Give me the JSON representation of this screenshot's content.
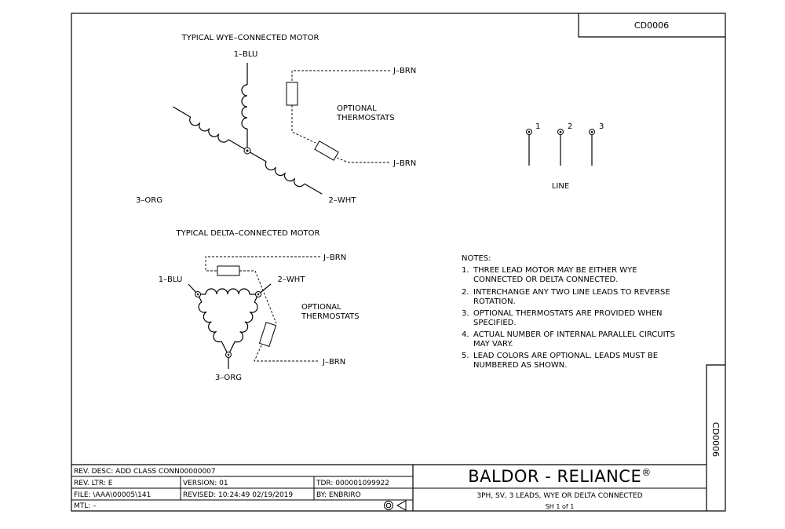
{
  "drawing_number": "CD0006",
  "wye": {
    "title": "TYPICAL WYE–CONNECTED MOTOR",
    "lead1": "1–BLU",
    "lead2": "2–WHT",
    "lead3": "3–ORG",
    "jbrn_top": "J–BRN",
    "jbrn_bottom": "J–BRN",
    "thermo_line1": "OPTIONAL",
    "thermo_line2": "THERMOSTATS"
  },
  "delta": {
    "title": "TYPICAL DELTA–CONNECTED MOTOR",
    "lead1": "1–BLU",
    "lead2": "2–WHT",
    "lead3": "3–ORG",
    "jbrn_top": "J–BRN",
    "jbrn_bottom": "J–BRN",
    "thermo_line1": "OPTIONAL",
    "thermo_line2": "THERMOSTATS"
  },
  "line": {
    "terminals": [
      "1",
      "2",
      "3"
    ],
    "label": "LINE"
  },
  "notes": {
    "heading": "NOTES:",
    "items": [
      {
        "num": "1.",
        "l1": "THREE LEAD MOTOR MAY BE EITHER WYE",
        "l2": "CONNECTED OR DELTA CONNECTED."
      },
      {
        "num": "2.",
        "l1": "INTERCHANGE ANY TWO LINE LEADS TO REVERSE",
        "l2": "ROTATION."
      },
      {
        "num": "3.",
        "l1": "OPTIONAL THERMOSTATS ARE PROVIDED WHEN",
        "l2": "SPECIFIED."
      },
      {
        "num": "4.",
        "l1": "ACTUAL NUMBER OF INTERNAL PARALLEL CIRCUITS",
        "l2": "MAY VARY."
      },
      {
        "num": "5.",
        "l1": "LEAD COLORS ARE OPTIONAL.  LEADS MUST BE",
        "l2": "NUMBERED AS SHOWN."
      }
    ]
  },
  "title_block": {
    "rev_desc": "REV. DESC:  ADD CLASS CONN00000007",
    "rev_ltr": "REV. LTR:  E",
    "version": "VERSION: 01",
    "tdr": "TDR: 000001099922",
    "file": "FILE: \\AAA\\00005\\141",
    "revised": "REVISED: 10:24:49 02/19/2019",
    "by": "BY: ENBRIRO",
    "mtl": "MTL:  –",
    "brand": "BALDOR - RELIANCE",
    "brand_mark": "®",
    "description": "3PH, SV, 3 LEADS, WYE OR DELTA CONNECTED",
    "sheet": "SH 1 of 1"
  }
}
